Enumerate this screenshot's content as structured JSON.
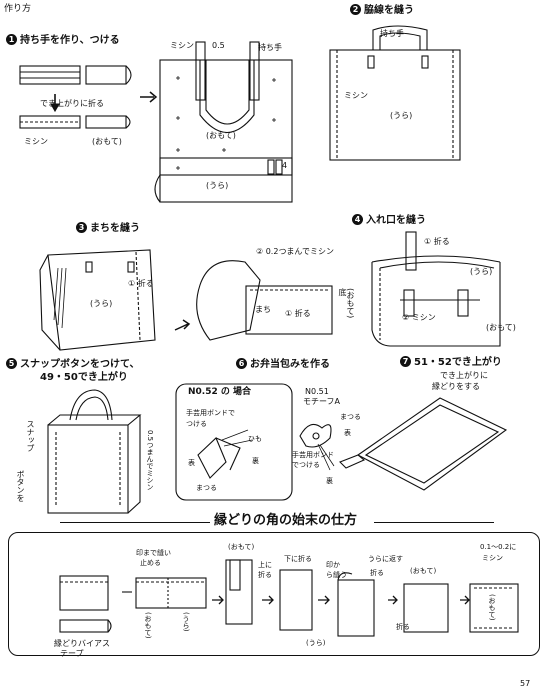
{
  "header": {
    "top_left": "作り方",
    "page_number": "57"
  },
  "steps": {
    "s1": {
      "num": "1",
      "title": "持ち手を作り、つける"
    },
    "s2": {
      "num": "2",
      "title": "脇線を縫う"
    },
    "s3": {
      "num": "3",
      "title": "まちを縫う"
    },
    "s4": {
      "num": "4",
      "title": "入れ口を縫う"
    },
    "s5": {
      "num": "5",
      "title_1": "スナップボタンをつけて、",
      "title_2": "49・50でき上がり"
    },
    "s6": {
      "num": "6",
      "title": "お弁当包みを作る"
    },
    "s7": {
      "num": "7",
      "title": "51・52でき上がり"
    }
  },
  "labels": {
    "finish_fold": "でき上がりに折る",
    "mishin": "ミシン",
    "omote": "(おもて)",
    "ura": "(うら)",
    "p05": "0.5",
    "handle": "持ち手",
    "d4": "4",
    "fold": "① 折る",
    "fold_plain": "①折る",
    "pinch_sew": "② 0.2つまんでミシン",
    "gusset": "まち",
    "bottom": "底",
    "mishin2": "② ミシン",
    "side_a": "表",
    "side_b": "裏",
    "mishin_small": "ミシン",
    "snap_a": "スナップ",
    "snap_b": "ボタンを",
    "pinch05": "0.5つまんでミシン",
    "n52_title": "N0.52 の 場合",
    "glue1": "手芸用ボンドで",
    "glue2": "つける",
    "himo": "ひも",
    "omote6": "表",
    "ura6": "裏",
    "matsuru": "まつる",
    "n51": "N0.51",
    "motif": "モチーフA",
    "glue3": "手芸用ボンド",
    "glue4": "でつける",
    "matsuru2": "まつる",
    "finish1": "でき上がりに",
    "finish2": "縁どりをする"
  },
  "bottom": {
    "title": "縁どりの角の始末の仕方",
    "bias": "縁どりバイアス",
    "tape": "テープ",
    "stop1": "印まで縫い",
    "stop2": "止める",
    "omote": "(おもて)",
    "ura": "(うら)",
    "up_fold1": "上に",
    "up_fold2": "折る",
    "down_fold": "下に折る",
    "from_mark1": "印か",
    "from_mark2": "ら縫う",
    "back_fold": "うらに返す",
    "fold": "折る",
    "stitch1": "0.1～0.2に",
    "stitch2": "ミシン"
  }
}
